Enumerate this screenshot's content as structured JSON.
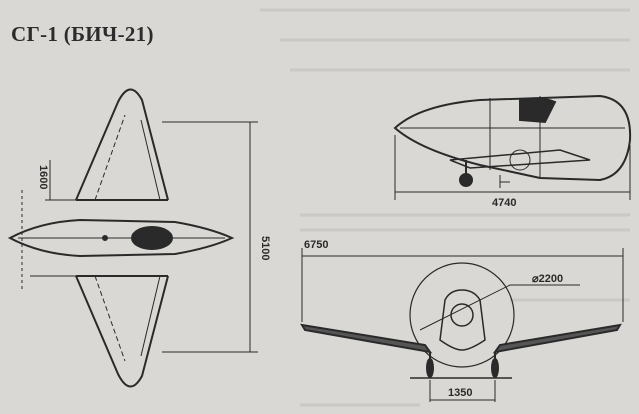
{
  "title": "СГ-1 (БИЧ-21)",
  "top_view": {
    "dim_root_chord": "1600",
    "dim_span": "5100"
  },
  "side_view": {
    "dim_length": "4740"
  },
  "front_view": {
    "dim_overall": "6750",
    "dim_diameter": "⌀2200",
    "dim_track": "1350"
  },
  "colors": {
    "paper": "#d9d8d4",
    "ink": "#2a2a2a"
  }
}
